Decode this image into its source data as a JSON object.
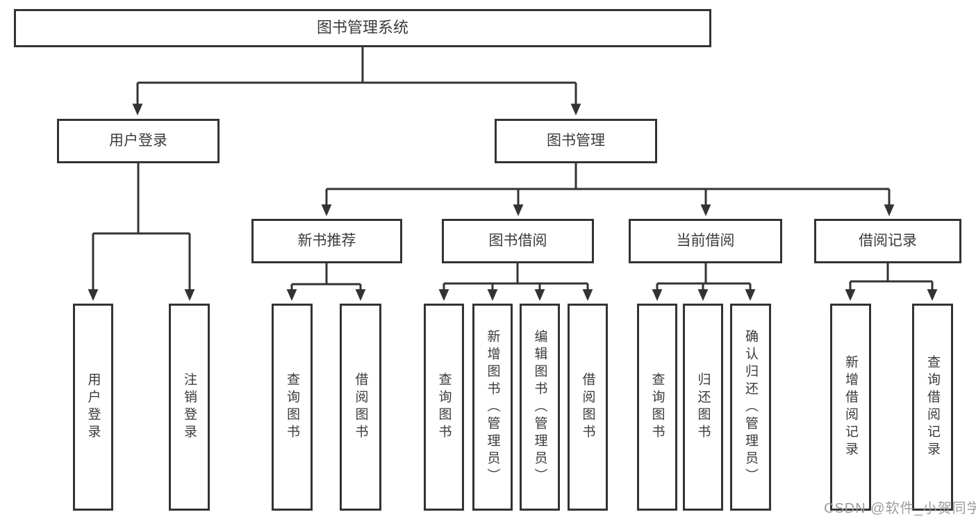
{
  "diagram": {
    "colors": {
      "line": "#333333",
      "text": "#3b3b3b",
      "watermark": "#9c9c9c",
      "background": "#ffffff"
    },
    "nodes": {
      "root": "图书管理系统",
      "user_login": "用户登录",
      "book_management": "图书管理",
      "new_book_recommend": "新书推荐",
      "book_borrow": "图书借阅",
      "current_borrow": "当前借阅",
      "borrow_records": "借阅记录",
      "ul_user_login": "用户登录",
      "ul_logout": "注销登录",
      "nr_query_books": "查询图书",
      "nr_borrow_books": "借阅图书",
      "bb_query_books": "查询图书",
      "bb_add_books": "新增图书（管理员）",
      "bb_edit_books": "编辑图书（管理员）",
      "bb_borrow_books": "借阅图书",
      "cb_query_books": "查询图书",
      "cb_return_books": "归还图书",
      "cb_confirm_return": "确认归还（管理员）",
      "br_add_record": "新增借阅记录",
      "br_query_record": "查询借阅记录"
    },
    "watermark": "CSDN @软件_小贺同学"
  }
}
